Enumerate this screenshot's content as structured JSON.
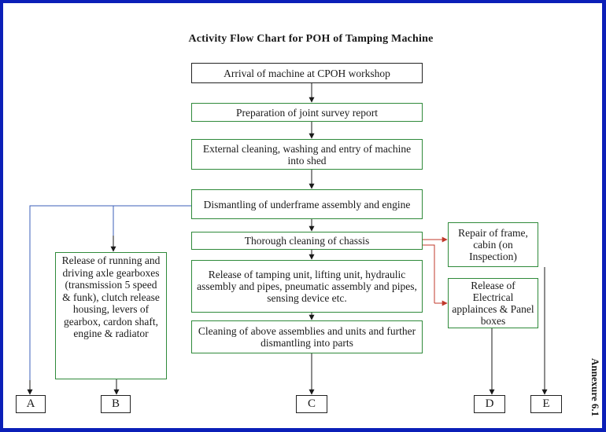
{
  "title": "Activity Flow Chart for POH of Tamping Machine",
  "annexure": "Annexure 6.1",
  "steps": {
    "arrival": "Arrival of machine at CPOH workshop",
    "survey": "Preparation of joint survey report",
    "cleaning": "External cleaning, washing and entry of machine into shed",
    "dismantling": "Dismantling of underframe assembly and engine",
    "chassis": "Thorough cleaning of chassis",
    "release_running": "Release of running and driving axle gearboxes (transmission 5 speed & funk), clutch release housing, levers of gearbox, cardon shaft, engine & radiator",
    "release_tamping": "Release of tamping unit, lifting unit, hydraulic assembly and pipes, pneumatic assembly and pipes, sensing device etc.",
    "cleaning_assemblies": "Cleaning of above assemblies and units and further dismantling into parts",
    "repair_frame": "Repair of frame, cabin (on Inspection)",
    "release_electrical": "Release of Electrical applainces & Panel boxes"
  },
  "connectors": {
    "a": "A",
    "b": "B",
    "c": "C",
    "d": "D",
    "e": "E"
  },
  "colors": {
    "border": "#0b1fb8",
    "box_outline": "#2f8a3a",
    "branch_line": "#3b5fb8",
    "side_arrow": "#c0392b"
  }
}
